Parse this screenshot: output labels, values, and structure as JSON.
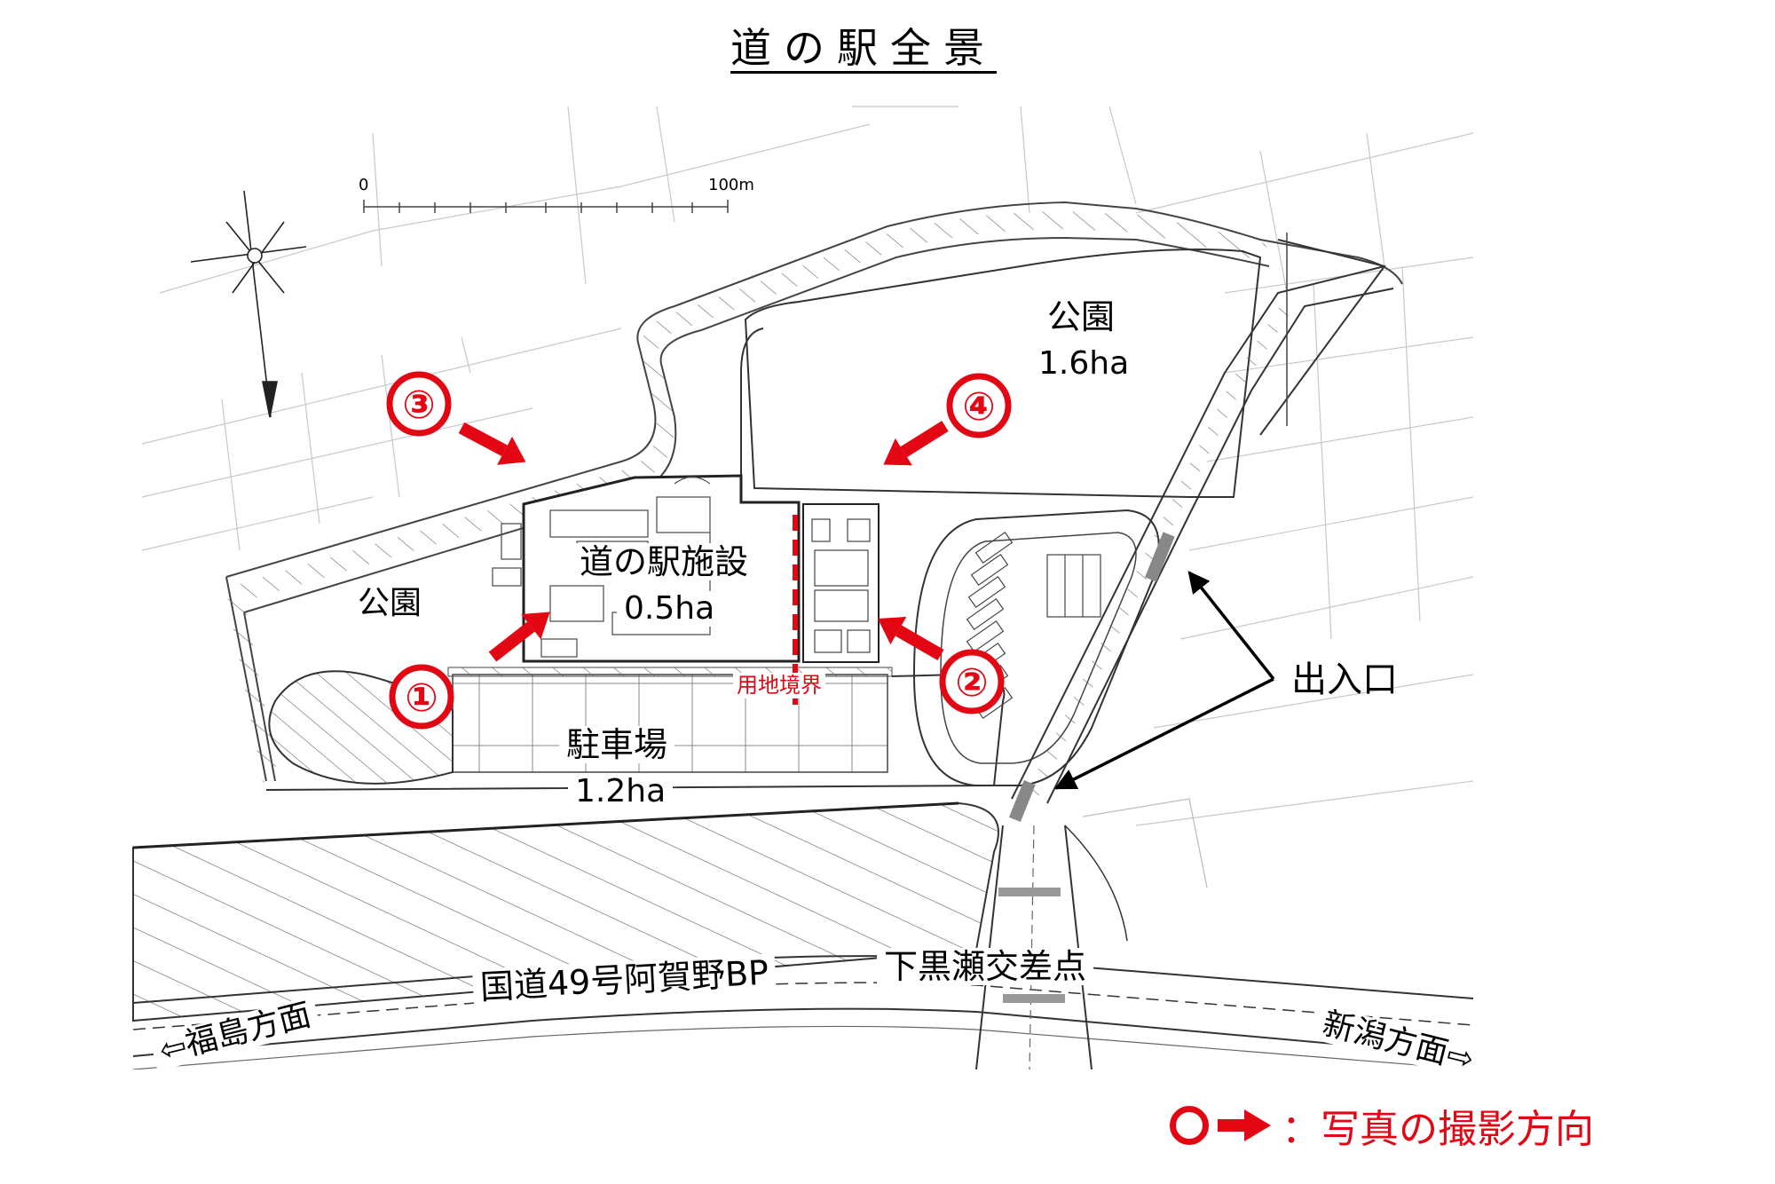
{
  "title": "道の駅全景",
  "scale": {
    "zero": "0",
    "max": "100m"
  },
  "areas": {
    "park_north": {
      "name": "公園",
      "size": "1.6ha"
    },
    "facility": {
      "name": "道の駅施設",
      "size": "0.5ha"
    },
    "park_west": {
      "name": "公園"
    },
    "parking": {
      "name": "駐車場",
      "size": "1.2ha"
    }
  },
  "boundary_label": "用地境界",
  "entrance_label": "出入口",
  "intersection_label": "下黒瀬交差点",
  "route_label": "国道49号阿賀野BP",
  "direction_fukushima": "⇦福島方面",
  "direction_niigata": "新潟方面⇨",
  "photo_points": [
    "①",
    "②",
    "③",
    "④"
  ],
  "legend": {
    "text": "：写真の撮影方向"
  },
  "colors": {
    "accent": "#e30613",
    "line": "#555555",
    "light_line": "#bbbbbb"
  }
}
